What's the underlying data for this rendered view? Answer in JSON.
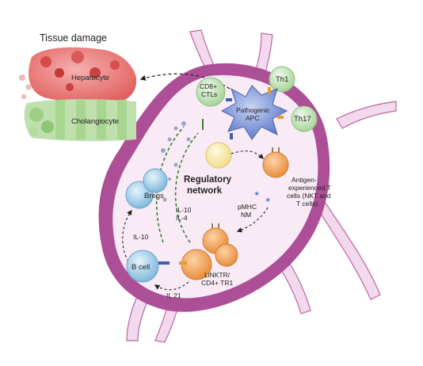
{
  "labels": {
    "tissue_damage": "Tissue damage",
    "hepatocyte": "Hepatocyte",
    "cholangiocyte": "Cholangiocyte",
    "cd8_line1": "CD8+",
    "cd8_line2": "CTLs",
    "th1": "Th1",
    "th17": "Th17",
    "apc_line1": "Pathogenic",
    "apc_line2": "APC",
    "bregs": "Bregs",
    "network_line1": "Regulatory",
    "network_line2": "network",
    "il10_il4_line1": "IL-10",
    "il10_il4_line2": "IL-4",
    "antigen_line1": "Antigen-",
    "antigen_line2": "experienced T",
    "antigen_line3": "cells (NKT and",
    "antigen_line4": "T cells)",
    "pmhc_line1": "pMHC",
    "pmhc_line2": "NM",
    "il10": "IL-10",
    "bcell": "B cell",
    "linktr_line1": "LiNKTR/",
    "linktr_line2": "CD4+ TR1",
    "il21": "IL 21"
  },
  "colors": {
    "node_border": "#a24a8f",
    "node_fill": "#f7e9f5",
    "vessel": "#f1d4ec",
    "hepatocyte": "#e46b6b",
    "cholangiocyte": "#9bd083",
    "cd8": "#cfe9c8",
    "th": "#bfe0b0",
    "apc": "#7f97d6",
    "cell_yellow": "#fbefb8",
    "cell_orange": "#f3a45a",
    "bcell": "#9fd3e8",
    "breg": "#a8cde7",
    "tr1": "#f0b070",
    "inhibit": "#3f7a33"
  }
}
